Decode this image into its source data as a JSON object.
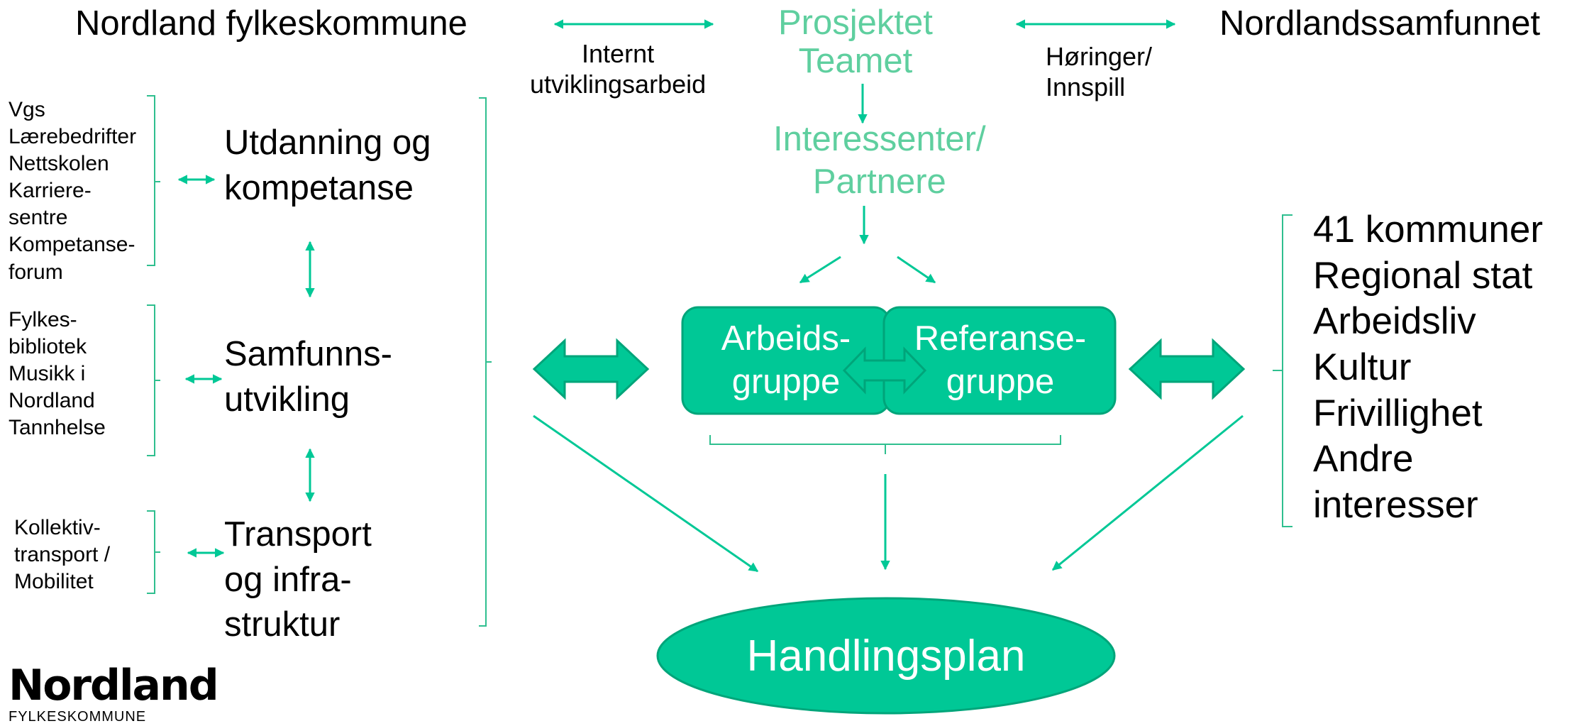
{
  "header": {
    "left_org": "Nordland fylkeskommune",
    "internal_label": [
      "Internt",
      "utviklingsarbeid"
    ],
    "project_team": [
      "Prosjektet",
      "Teamet"
    ],
    "hearing_label": [
      "Høringer/",
      "Innspill"
    ],
    "right_org": "Nordlandssamfunnet"
  },
  "stakeholders": [
    "Interessenter/",
    "Partnere"
  ],
  "areas": [
    {
      "title": [
        "Utdanning og",
        "kompetanse"
      ],
      "units": [
        "Vgs",
        "Lærebedrifter",
        "Nettskolen",
        "Karriere-",
        "sentre",
        "Kompetanse-",
        "forum"
      ]
    },
    {
      "title": [
        "Samfunns-",
        "utvikling"
      ],
      "units": [
        "Fylkes-",
        "bibliotek",
        "Musikk i",
        "Nordland",
        "Tannhelse"
      ]
    },
    {
      "title": [
        "Transport",
        "og infra-",
        "struktur"
      ],
      "units": [
        "Kollektiv-",
        "transport /",
        "Mobilitet"
      ]
    }
  ],
  "groups": {
    "work": [
      "Arbeids-",
      "gruppe"
    ],
    "reference": [
      "Referanse-",
      "gruppe"
    ]
  },
  "society": [
    "41 kommuner",
    "Regional stat",
    "Arbeidsliv",
    "Kultur",
    "Frivillighet",
    "Andre",
    "interesser"
  ],
  "result": "Handlingsplan",
  "logo": {
    "name": "Nordland",
    "sub": "FYLKESKOMMUNE"
  },
  "colors": {
    "accent": "#00c896",
    "accent_dark": "#00a57a",
    "light_text": "#5fcf9f",
    "bracket": "#2fbf8f"
  }
}
